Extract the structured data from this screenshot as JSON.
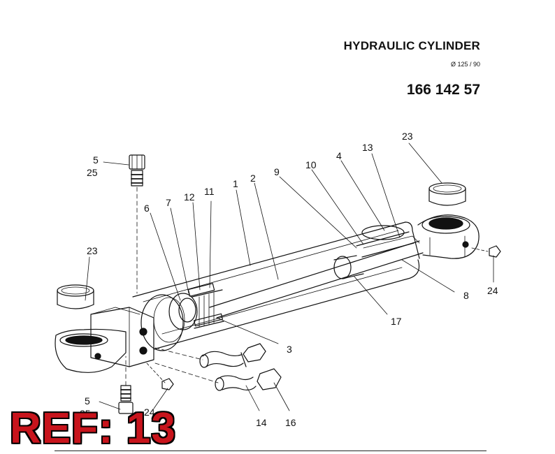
{
  "header": {
    "title": "HYDRAULIC CYLINDER",
    "subtitle": "Ø 125 / 90",
    "part_number": "166 142 57"
  },
  "callouts": [
    "1",
    "2",
    "3",
    "4",
    "5",
    "25",
    "6",
    "7",
    "8",
    "9",
    "10",
    "11",
    "12",
    "13",
    "14",
    "16",
    "17",
    "23",
    "23",
    "24",
    "24",
    "5",
    "25"
  ],
  "overlay": {
    "ref_text": "REF: 13",
    "ref_color": "#c8141c"
  }
}
